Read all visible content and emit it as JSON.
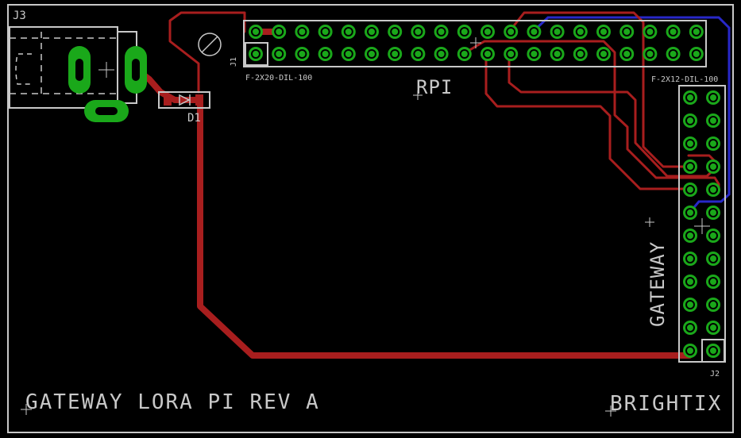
{
  "board": {
    "title_text": "GATEWAY LORA PI REV A",
    "brand_text": "BRIGHTIX",
    "colors": {
      "background": "#000000",
      "outline": "#c8c8c8",
      "trace_top": "#a81e1e",
      "trace_bottom": "#2828c8",
      "pad": "#1aa81a",
      "drill": "#000000"
    }
  },
  "components": {
    "j3": {
      "ref": "J3"
    },
    "d1": {
      "ref": "D1"
    },
    "rpi_header": {
      "ref": "J1",
      "value": "RPI",
      "package": "F-2X20-DIL-100",
      "columns": 20,
      "rows": 2
    },
    "gateway_header": {
      "ref": "J2",
      "value": "GATEWAY",
      "package": "F-2X12-DIL-100",
      "columns": 2,
      "rows": 12
    }
  }
}
